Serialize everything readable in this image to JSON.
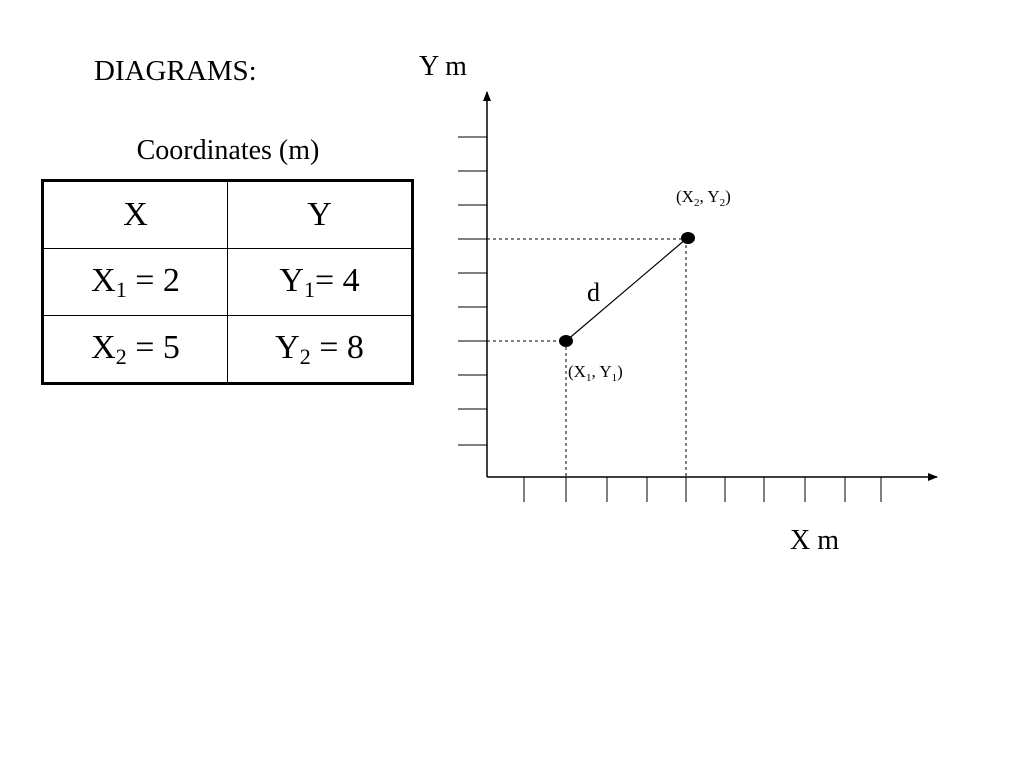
{
  "page": {
    "title": "DIAGRAMS:"
  },
  "table": {
    "caption": "Coordinates (m)",
    "headers": [
      "X",
      "Y"
    ],
    "rows": [
      [
        {
          "base": "X",
          "sub": "1",
          "rest": " = 2"
        },
        {
          "base": "Y",
          "sub": "1",
          "rest": "= 4"
        }
      ],
      [
        {
          "base": "X",
          "sub": "2",
          "rest": " = 5"
        },
        {
          "base": "Y",
          "sub": "2",
          "rest": " = 8"
        }
      ]
    ]
  },
  "graph": {
    "y_axis_label": "Y m",
    "x_axis_label": "X m",
    "distance_label": "d",
    "point1": {
      "open": "(X",
      "sub_x": "1",
      "mid": ", Y",
      "sub_y": "1",
      "close": ")"
    },
    "point2": {
      "open": "(X",
      "sub_x": "2",
      "mid": ", Y",
      "sub_y": "2",
      "close": ")"
    }
  }
}
